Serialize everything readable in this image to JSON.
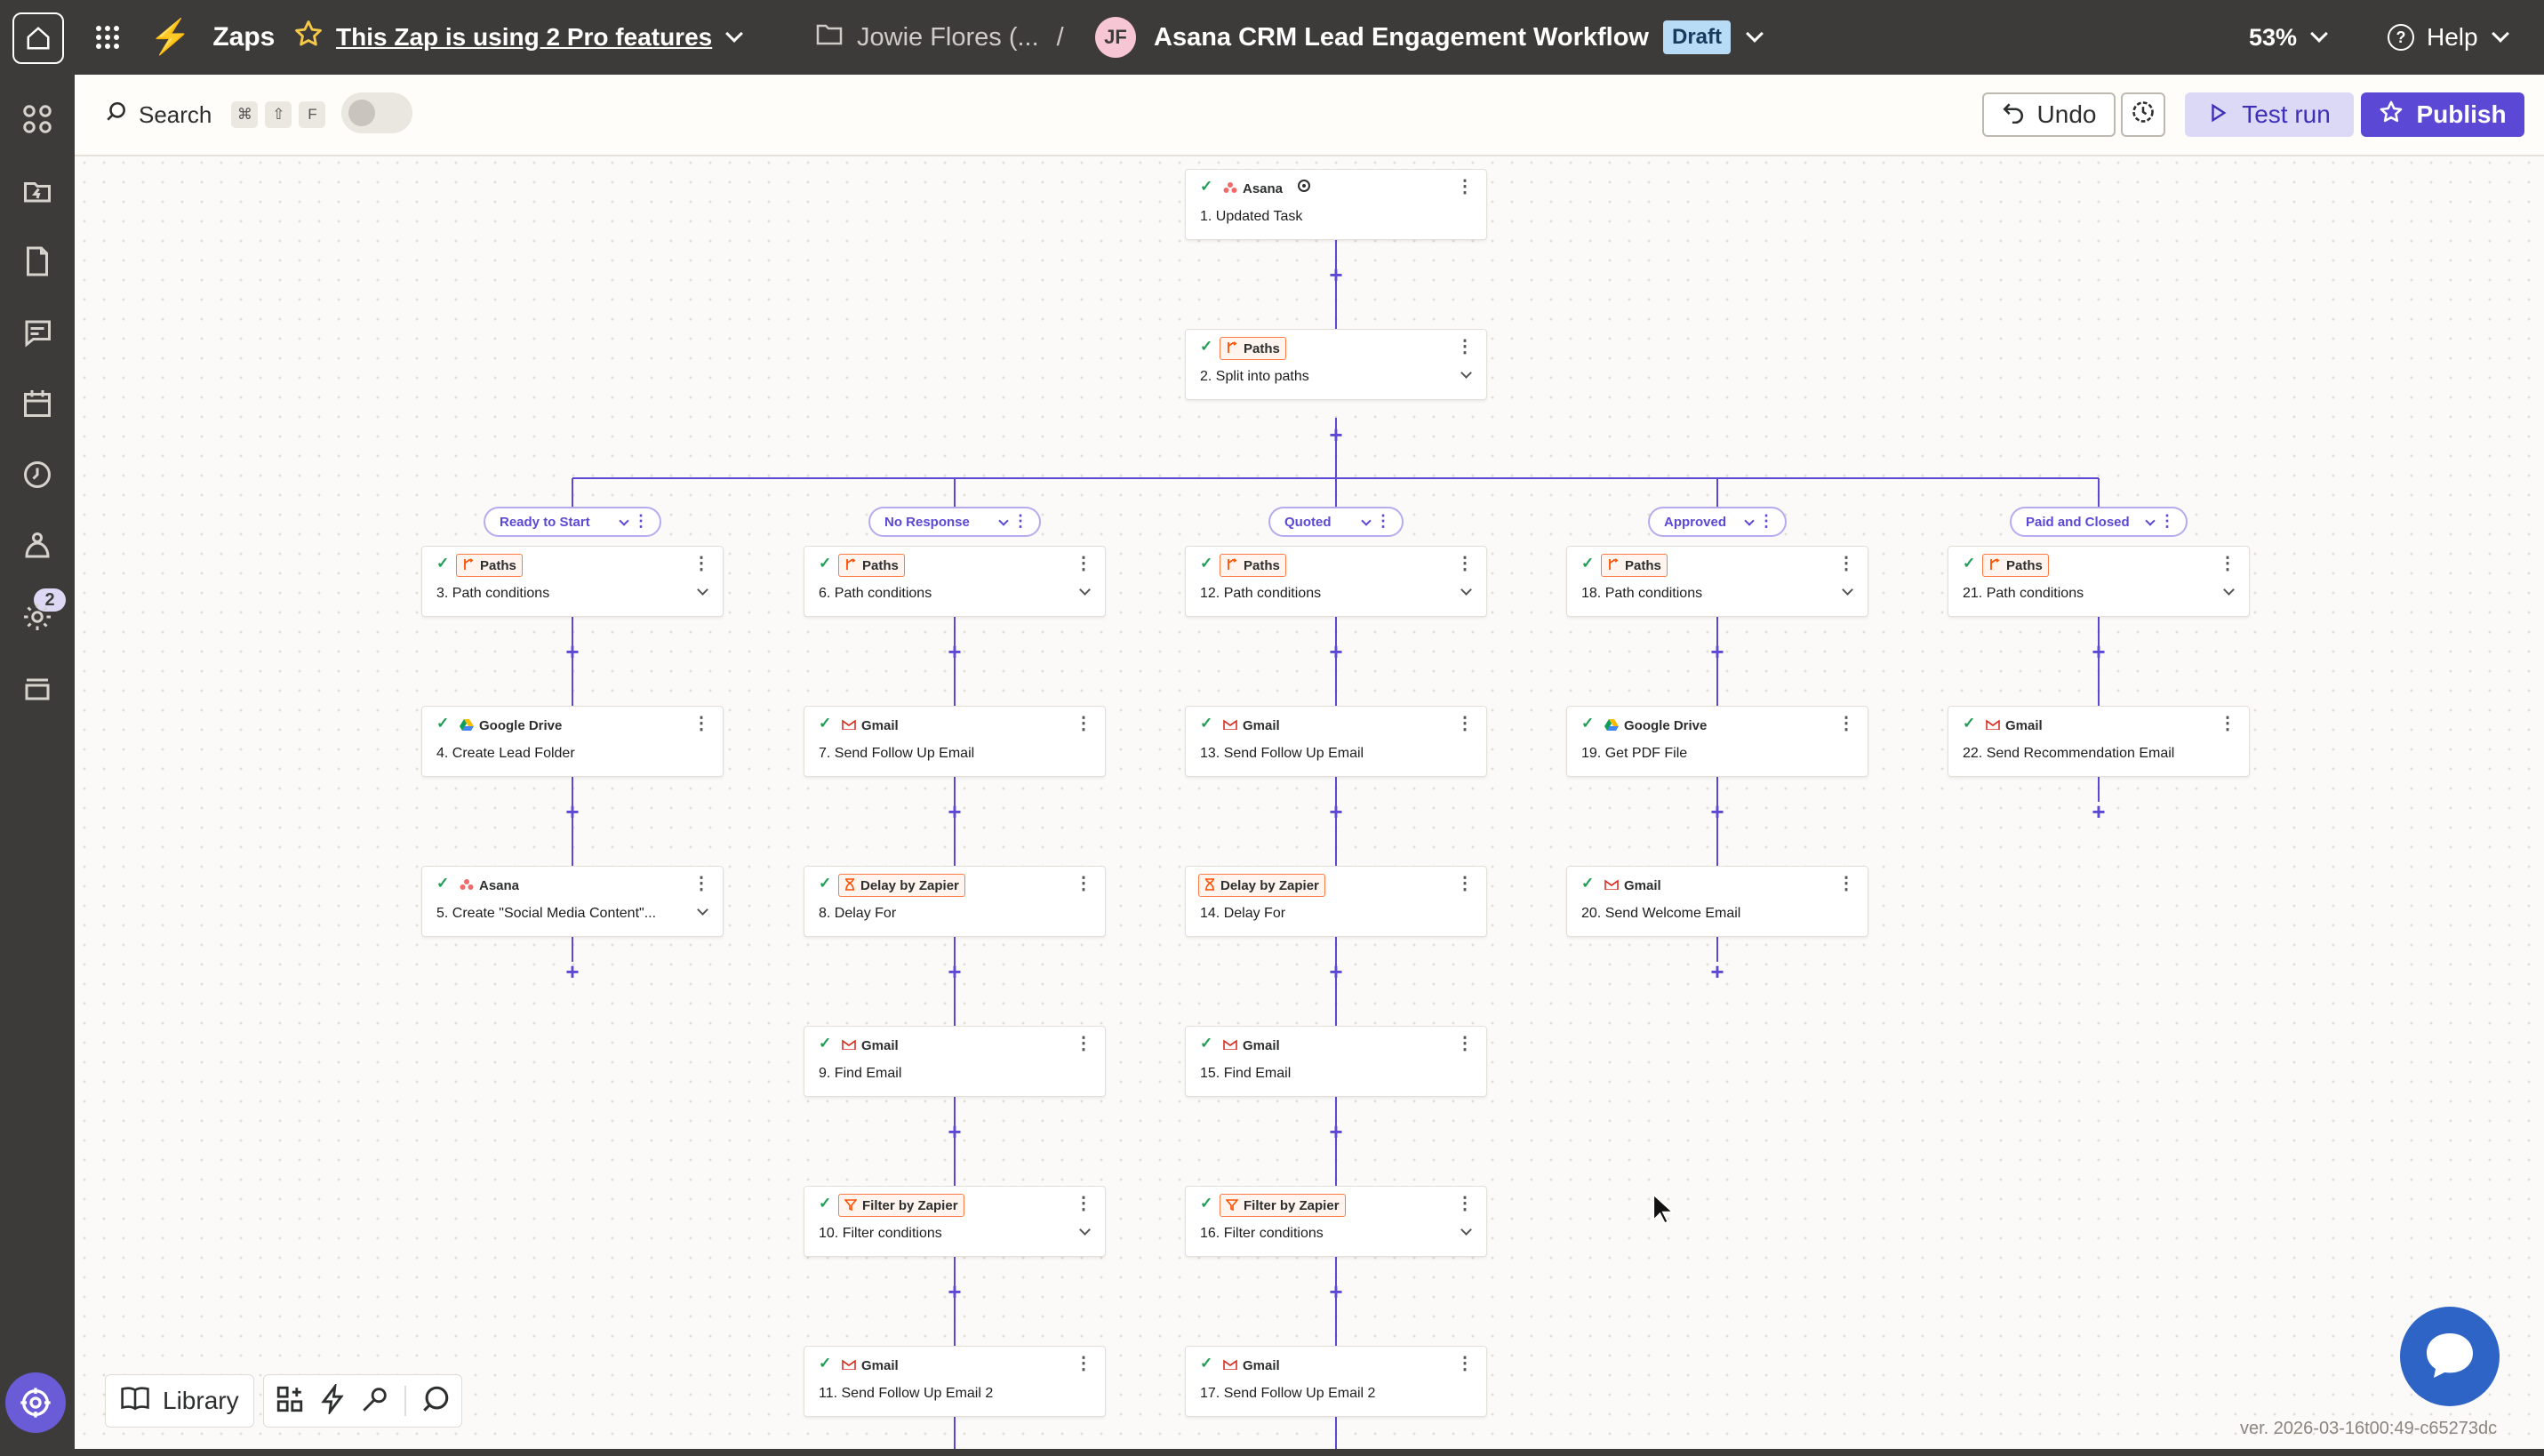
{
  "topbar": {
    "app_name": "Zaps",
    "pro_features": "This Zap is using 2 Pro features",
    "folder": "Jowie Flores (...",
    "separator": "/",
    "avatar_initials": "JF",
    "zap_title": "Asana CRM Lead Engagement Workflow",
    "status": "Draft",
    "zoom": "53%",
    "help": "Help"
  },
  "sidebar": {
    "notification_count": "2",
    "icons": [
      "apps-icon",
      "zap-history-icon",
      "tables-icon",
      "interfaces-icon",
      "canvas-icon",
      "history-icon",
      "ai-chatbot-icon",
      "settings-icon",
      "layers-icon"
    ]
  },
  "toolbar": {
    "search_label": "Search",
    "shortcut_keys": [
      "⌘",
      "⇧",
      "F"
    ],
    "undo": "Undo",
    "test_run": "Test run",
    "publish": "Publish"
  },
  "colors": {
    "accent": "#5b49d6",
    "brand": "#ff4f00",
    "success": "#1f9d55",
    "draft_bg": "#b8dcf5"
  },
  "flow": {
    "top_steps": [
      {
        "app": "Asana",
        "icon": "asana-icon",
        "title": "1. Updated Task",
        "boxed": false,
        "check": true,
        "chevron": false,
        "extra": "trigger-status-icon"
      },
      {
        "app": "Paths",
        "icon": "paths-icon",
        "title": "2. Split into paths",
        "boxed": true,
        "check": true,
        "chevron": true
      }
    ],
    "paths": [
      {
        "label": "Ready to Start",
        "steps": [
          {
            "app": "Paths",
            "icon": "paths-icon",
            "title": "3. Path conditions",
            "boxed": true,
            "check": true,
            "chevron": true
          },
          {
            "app": "Google Drive",
            "icon": "google-drive-icon",
            "title": "4. Create Lead Folder",
            "boxed": false,
            "check": true,
            "chevron": false
          },
          {
            "app": "Asana",
            "icon": "asana-icon",
            "title": "5. Create \"Social Media Content\"...",
            "boxed": false,
            "check": true,
            "chevron": true
          }
        ]
      },
      {
        "label": "No Response",
        "steps": [
          {
            "app": "Paths",
            "icon": "paths-icon",
            "title": "6. Path conditions",
            "boxed": true,
            "check": true,
            "chevron": true
          },
          {
            "app": "Gmail",
            "icon": "gmail-icon",
            "title": "7. Send Follow Up Email",
            "boxed": false,
            "check": true,
            "chevron": false
          },
          {
            "app": "Delay by Zapier",
            "icon": "delay-icon",
            "title": "8. Delay For",
            "boxed": true,
            "check": true,
            "chevron": false
          },
          {
            "app": "Gmail",
            "icon": "gmail-icon",
            "title": "9. Find Email",
            "boxed": false,
            "check": true,
            "chevron": false
          },
          {
            "app": "Filter by Zapier",
            "icon": "filter-icon",
            "title": "10. Filter conditions",
            "boxed": true,
            "check": true,
            "chevron": true
          },
          {
            "app": "Gmail",
            "icon": "gmail-icon",
            "title": "11. Send Follow Up Email 2",
            "boxed": false,
            "check": true,
            "chevron": false
          }
        ]
      },
      {
        "label": "Quoted",
        "steps": [
          {
            "app": "Paths",
            "icon": "paths-icon",
            "title": "12. Path conditions",
            "boxed": true,
            "check": true,
            "chevron": true
          },
          {
            "app": "Gmail",
            "icon": "gmail-icon",
            "title": "13. Send Follow Up Email",
            "boxed": false,
            "check": true,
            "chevron": false
          },
          {
            "app": "Delay by Zapier",
            "icon": "delay-icon",
            "title": "14. Delay For",
            "boxed": true,
            "check": false,
            "chevron": false
          },
          {
            "app": "Gmail",
            "icon": "gmail-icon",
            "title": "15. Find Email",
            "boxed": false,
            "check": true,
            "chevron": false
          },
          {
            "app": "Filter by Zapier",
            "icon": "filter-icon",
            "title": "16. Filter conditions",
            "boxed": true,
            "check": true,
            "chevron": true
          },
          {
            "app": "Gmail",
            "icon": "gmail-icon",
            "title": "17. Send Follow Up Email 2",
            "boxed": false,
            "check": true,
            "chevron": false
          }
        ]
      },
      {
        "label": "Approved",
        "steps": [
          {
            "app": "Paths",
            "icon": "paths-icon",
            "title": "18. Path conditions",
            "boxed": true,
            "check": true,
            "chevron": true
          },
          {
            "app": "Google Drive",
            "icon": "google-drive-icon",
            "title": "19. Get PDF File",
            "boxed": false,
            "check": true,
            "chevron": false
          },
          {
            "app": "Gmail",
            "icon": "gmail-icon",
            "title": "20. Send Welcome Email",
            "boxed": false,
            "check": true,
            "chevron": false
          }
        ]
      },
      {
        "label": "Paid and Closed",
        "steps": [
          {
            "app": "Paths",
            "icon": "paths-icon",
            "title": "21. Path conditions",
            "boxed": true,
            "check": true,
            "chevron": true
          },
          {
            "app": "Gmail",
            "icon": "gmail-icon",
            "title": "22. Send Recommendation Email",
            "boxed": false,
            "check": true,
            "chevron": false
          }
        ]
      }
    ]
  },
  "bottom": {
    "library": "Library",
    "version": "ver. 2026-03-16t00:49-c65273dc"
  }
}
